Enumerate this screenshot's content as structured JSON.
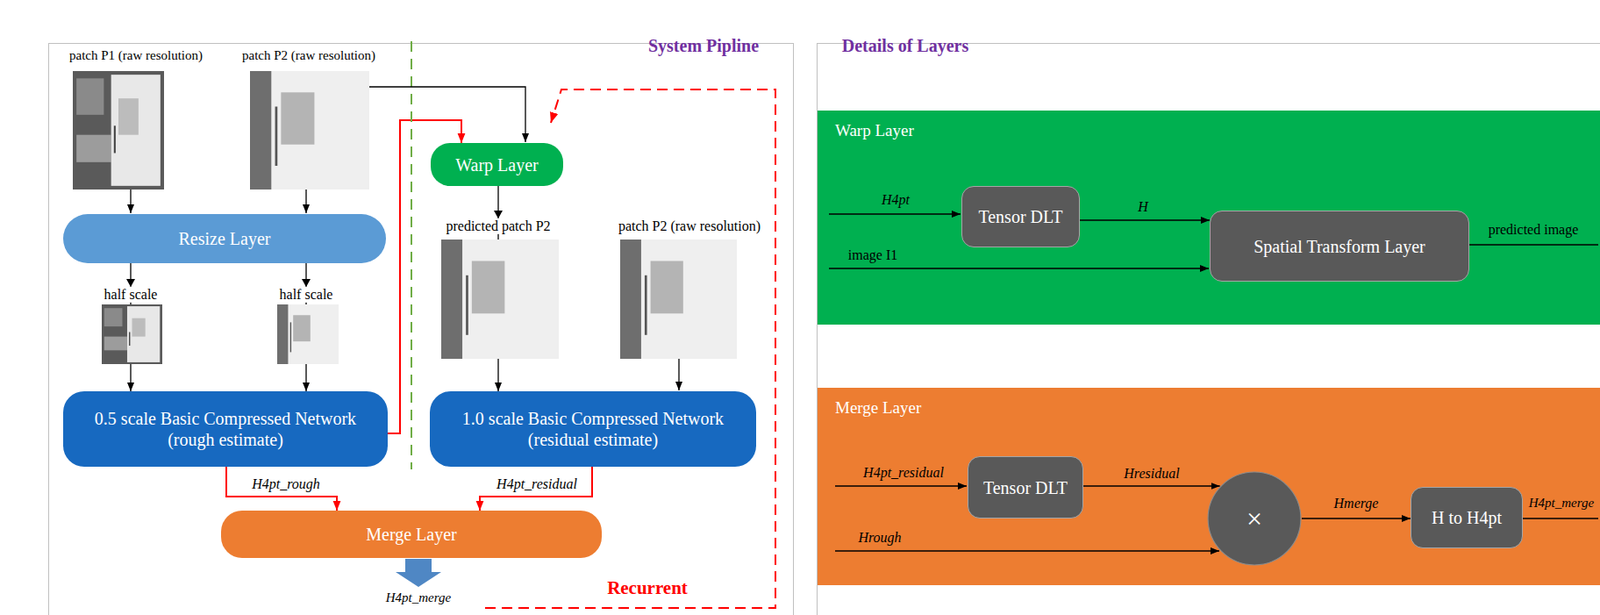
{
  "diagram": {
    "nodes": [
      {
        "text": [
          "Resize Layer"
        ]
      },
      {
        "text": [
          "0.5 scale Basic Compressed Network",
          "(rough estimate)"
        ]
      },
      {
        "text": [
          "Warp Layer"
        ]
      },
      {
        "text": [
          "1.0 scale Basic Compressed Network",
          "(residual estimate)"
        ]
      },
      {
        "text": [
          "Merge Layer"
        ]
      },
      {
        "text": [
          "Warp Layer"
        ]
      },
      {
        "text": [
          "Tensor DLT"
        ],
        "in": 5
      },
      {
        "text": [
          "Spatial Transform Layer"
        ],
        "in": 5
      },
      {
        "text": [
          "Merge Layer"
        ]
      },
      {
        "text": [
          "Tensor DLT"
        ],
        "in": 8
      },
      {
        "text": [
          "×"
        ],
        "in": 8
      },
      {
        "text": [
          "H to H4pt"
        ],
        "in": 8
      }
    ],
    "edges": [
      {
        "from": 0,
        "to": 1,
        "arrow": "to"
      },
      {
        "from": 0,
        "to": 1,
        "arrow": "to"
      },
      {
        "from": 1,
        "to": 2,
        "arrow": "to"
      },
      {
        "from": 2,
        "to": 3,
        "arrow": "to"
      },
      {
        "from": 1,
        "to": 4,
        "arrow": "to",
        "label": "H4pt_rough"
      },
      {
        "from": 3,
        "to": 4,
        "arrow": "to",
        "label": "H4pt_residual"
      },
      {
        "from": 6,
        "to": 7,
        "arrow": "to",
        "label": "H"
      },
      {
        "from": 9,
        "to": 10,
        "arrow": "to",
        "label": "Hresidual"
      },
      {
        "from": 10,
        "to": 11,
        "arrow": "to",
        "label": "Hmerge"
      }
    ],
    "labels": [
      "System Pipline",
      "Details of Layers",
      "patch P1 (raw resolution)",
      "patch P2 (raw resolution)",
      "half scale",
      "half scale",
      "predicted patch P2",
      "patch P2 (raw resolution)",
      "H4pt_merge",
      "Recurrent",
      "H4pt",
      "image I1",
      "predicted image",
      "H4pt_residual",
      "Hrough",
      "H4pt_merge"
    ]
  }
}
